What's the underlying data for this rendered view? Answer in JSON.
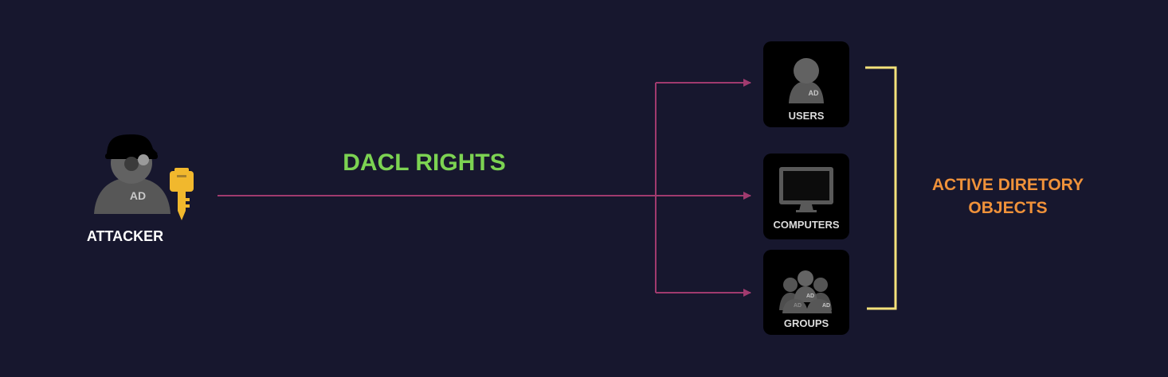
{
  "diagram": {
    "attacker_label": "ATTACKER",
    "attacker_badge": "AD",
    "edge_label": "DACL RIGHTS",
    "targets": [
      {
        "label": "USERS",
        "icon": "user-icon",
        "badge": "AD"
      },
      {
        "label": "COMPUTERS",
        "icon": "monitor-icon"
      },
      {
        "label": "GROUPS",
        "icon": "group-icon",
        "badges": [
          "AD",
          "AD",
          "AD"
        ]
      }
    ],
    "group_label_lines": [
      "ACTIVE DIRETORY",
      "OBJECTS"
    ]
  },
  "colors": {
    "background": "#17172e",
    "arrow": "#a03a6e",
    "edge_label": "#7cd352",
    "bracket": "#f4e27a",
    "group_label": "#f0923a",
    "key": "#f1b82d",
    "tile": "#000000"
  }
}
